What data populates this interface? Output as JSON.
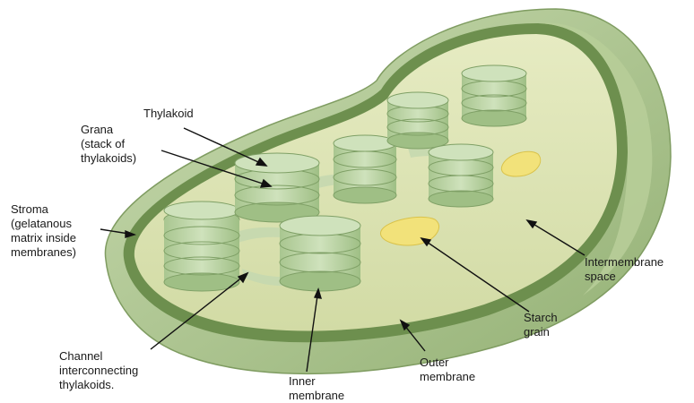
{
  "labels": {
    "thylakoid": "Thylakoid",
    "grana": "Grana\n(stack of\nthylakoids)",
    "stroma": "Stroma\n(gelatanous\nmatrix inside\nmembranes)",
    "channel": "Channel\ninterconnecting\nthylakoids.",
    "inner_membrane": "Inner\nmembrane",
    "outer_membrane": "Outer\nmembrane",
    "starch_grain": "Starch\ngrain",
    "intermembrane_space": "Intermembrane\nspace"
  },
  "colors": {
    "outer_membrane": "#a9c28a",
    "inner_membrane": "#6d8f4e",
    "stroma": "#dfe5b6",
    "thylakoid": "#b9d2a3",
    "starch": "#f2e27a",
    "leader_line": "#111111"
  }
}
